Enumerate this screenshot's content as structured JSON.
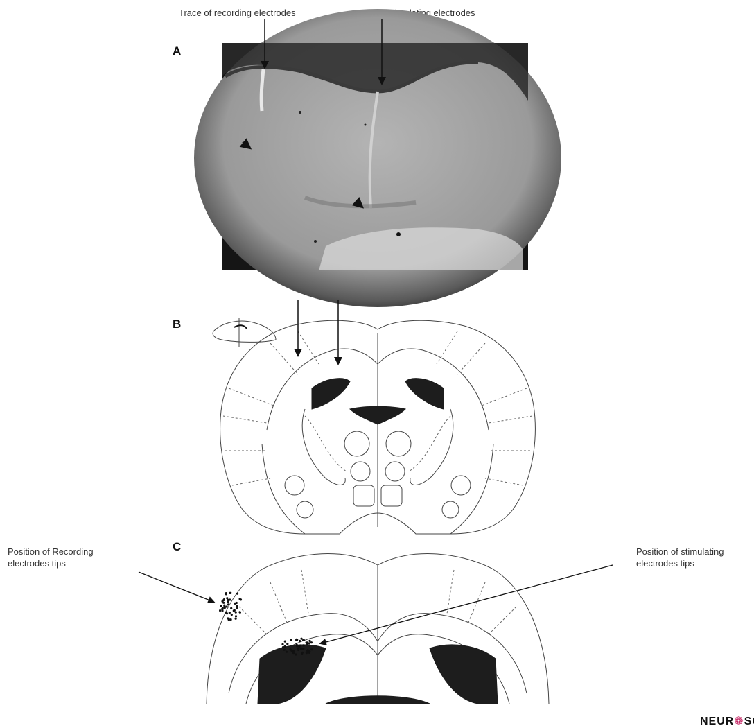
{
  "labels": {
    "recording_trace": "Trace of recording electrodes",
    "stimulating_trace": "Trace of stimulating electrodes",
    "recording_tips": "Position of Recording electrodes tips",
    "stimulating_tips": "Position of stimulating electrodes tips"
  },
  "panels": {
    "a": "A",
    "b": "B",
    "c": "C"
  },
  "brand": {
    "left": "NEUR",
    "icon": "brain-icon",
    "right": "SCIE"
  },
  "colors": {
    "tissue": "#9a9a9a",
    "background_dark": "#1a1a1a",
    "region_fill": "#222222",
    "brand_accent": "#c2185b"
  }
}
